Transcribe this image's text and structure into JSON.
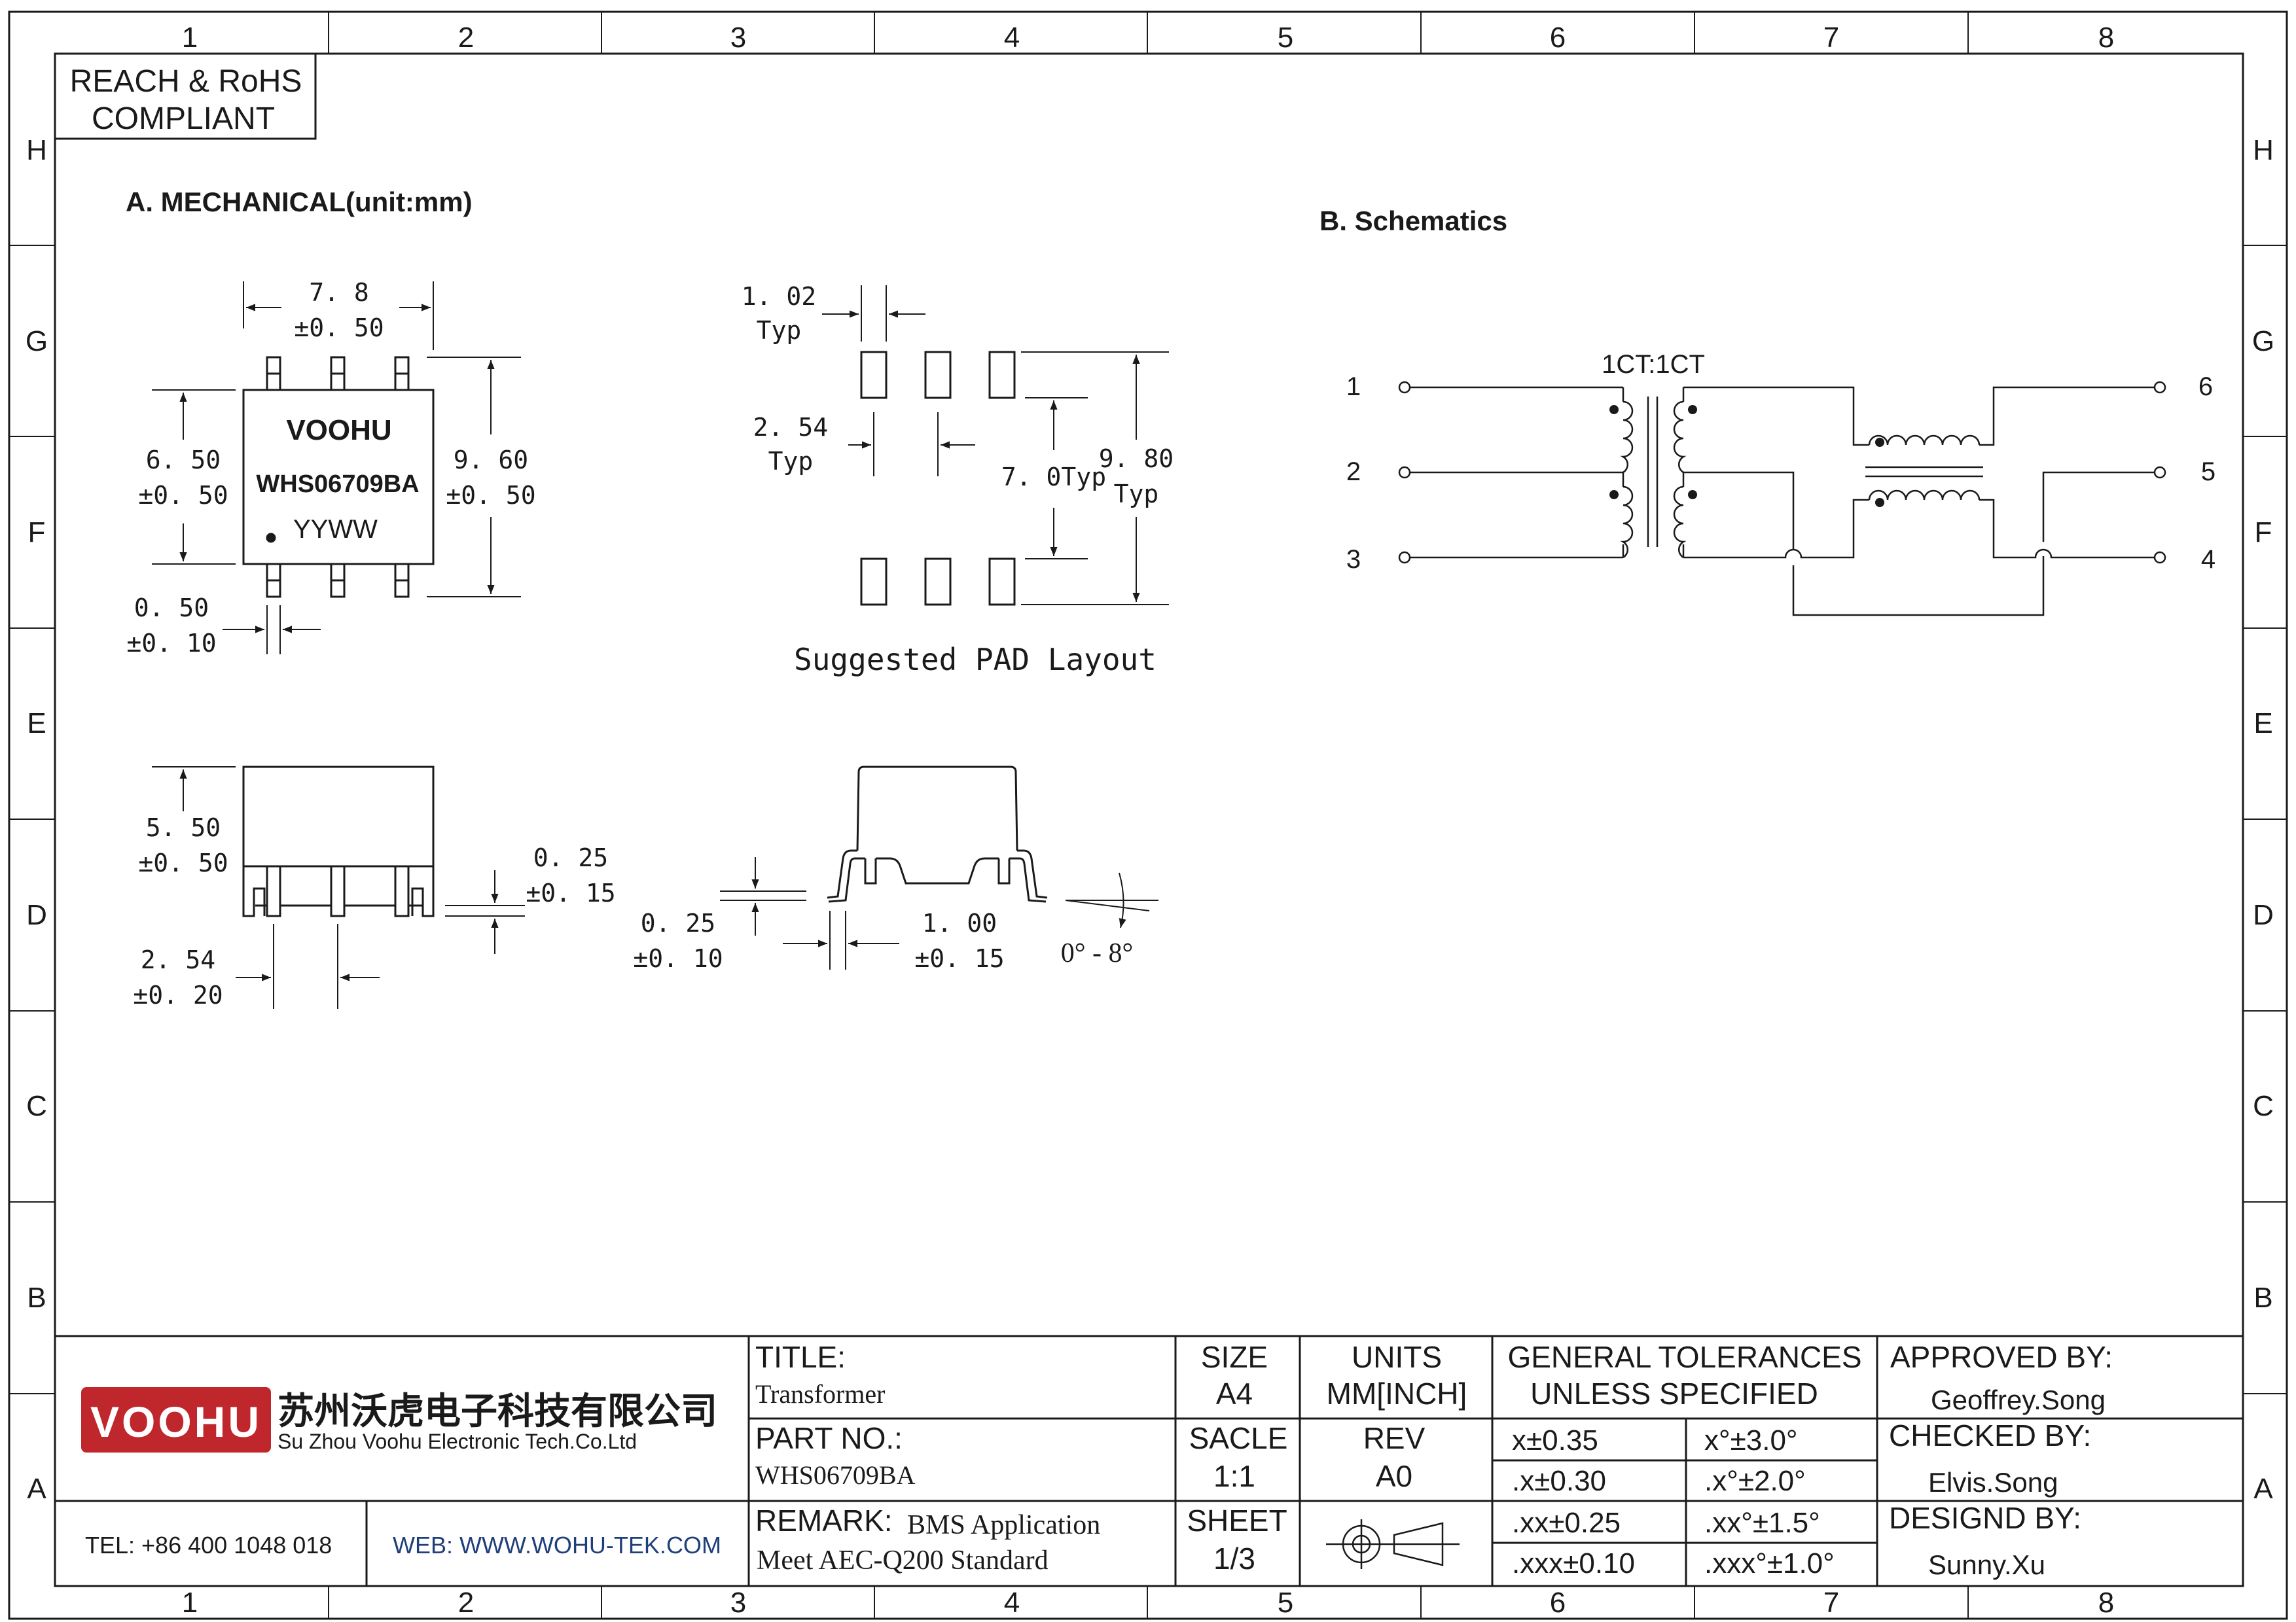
{
  "frame": {
    "columns": [
      "1",
      "2",
      "3",
      "4",
      "5",
      "6",
      "7",
      "8"
    ],
    "rows": [
      "H",
      "G",
      "F",
      "E",
      "D",
      "C",
      "B",
      "A"
    ]
  },
  "compliance": {
    "line1": "REACH & RoHS",
    "line2": "COMPLIANT"
  },
  "mechanical": {
    "title": "A. MECHANICAL(unit:mm)",
    "part_logo_text": "VOOHU",
    "part_number_mark": "WHS06709BA",
    "date_code": "YYWW",
    "dims": {
      "width": "7. 8",
      "width_tol": "±0. 50",
      "body_height": "6. 50",
      "body_height_tol": "±0. 50",
      "overall": "9. 60",
      "overall_tol": "±0. 50",
      "lead_width": "0. 50",
      "lead_width_tol": "±0. 10",
      "side_height": "5. 50",
      "side_height_tol": "±0. 50",
      "standoff": "0. 25",
      "standoff_tol": "±0. 15",
      "pitch": "2. 54",
      "pitch_tol": "±0. 20",
      "lead_thick": "0. 25",
      "lead_thick_tol": "±0. 10",
      "foot": "1. 00",
      "foot_tol": "±0. 15",
      "angle": "0° - 8°"
    }
  },
  "pad_layout": {
    "caption": "Suggested PAD Layout",
    "pad_width": "1. 02",
    "pad_width_note": "Typ",
    "pitch": "2. 54",
    "pitch_note": "Typ",
    "inner": "7. 0Typ",
    "outer": "9. 80",
    "outer_note": "Typ"
  },
  "schematic": {
    "title": "B. Schematics",
    "ratio": "1CT:1CT",
    "pins_left": [
      "1",
      "2",
      "3"
    ],
    "pins_right": [
      "6",
      "5",
      "4"
    ]
  },
  "title_block": {
    "company_logo": "VOOHU",
    "company_cn": "苏州沃虎电子科技有限公司",
    "company_en": "Su Zhou Voohu Electronic Tech.Co.Ltd",
    "tel": "TEL: +86 400 1048 018",
    "web": "WEB: WWW.WOHU-TEK.COM",
    "title_label": "TITLE:",
    "title_value": "Transformer",
    "part_label": "PART NO.:",
    "part_value": "WHS06709BA",
    "remark_label": "REMARK:",
    "remark_line1": "BMS Application",
    "remark_line2": "Meet AEC-Q200 Standard",
    "size_label": "SIZE",
    "size_value": "A4",
    "units_label": "UNITS",
    "units_value": "MM[INCH]",
    "scale_label": "SACLE",
    "scale_value": "1:1",
    "rev_label": "REV",
    "rev_value": "A0",
    "sheet_label": "SHEET",
    "sheet_value": "1/3",
    "tol_title1": "GENERAL TOLERANCES",
    "tol_title2": "UNLESS SPECIFIED",
    "tolerances": [
      [
        "x±0.35",
        "x°±3.0°"
      ],
      [
        ".x±0.30",
        ".x°±2.0°"
      ],
      [
        ".xx±0.25",
        ".xx°±1.5°"
      ],
      [
        ".xxx±0.10",
        ".xxx°±1.0°"
      ]
    ],
    "approved_label": "APPROVED BY:",
    "approved_value": "Geoffrey.Song",
    "checked_label": "CHECKED BY:",
    "checked_value": "Elvis.Song",
    "design_label": "DESIGND BY:",
    "design_value": "Sunny.Xu"
  },
  "colors": {
    "ink": "#1a1a1a",
    "brand_red": "#c0272d",
    "web_blue": "#1f3f7a"
  }
}
